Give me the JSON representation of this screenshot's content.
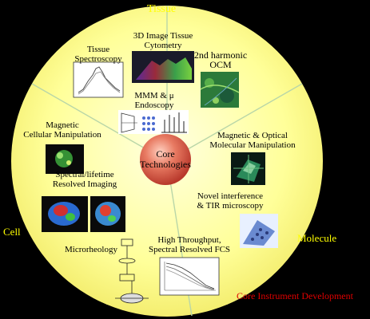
{
  "sectors": {
    "tissue": "Tissue",
    "cell": "Cell",
    "molecule": "Molecule"
  },
  "center": {
    "line1": "Core",
    "line2": "Technologies"
  },
  "footer": "Core Instrument Development",
  "items": {
    "tissue_spectroscopy": {
      "line1": "Tissue",
      "line2": "Spectroscopy"
    },
    "image_cytometry": {
      "line1": "3D Image Tissue",
      "line2": "Cytometry"
    },
    "harmonic_ocm": {
      "line1": "2nd harmonic",
      "line2": "OCM"
    },
    "mmm_endoscopy": {
      "line1": "MMM & μ",
      "line2": "Endoscopy"
    },
    "magnetic_cellular": {
      "line1": "Magnetic",
      "line2": "Cellular Manipulation"
    },
    "magnetic_optical": {
      "line1": "Magnetic & Optical",
      "line2": "Molecular Manipulation"
    },
    "spectral_lifetime": {
      "line1": "Spectral/lifetime",
      "line2": "Resolved Imaging"
    },
    "interference_tir": {
      "line1": "Novel interference",
      "line2": "& TIR microscopy"
    },
    "microrheology": {
      "line1": "Microrheology"
    },
    "high_throughput_fcs": {
      "line1": "High Throughput,",
      "line2": "Spectral Resolved FCS"
    }
  },
  "colors": {
    "background": "#000000",
    "disk": "#ffff99",
    "sector_label": "#ffff00",
    "footer": "#e00000",
    "center_sphere": "#e0604a"
  }
}
